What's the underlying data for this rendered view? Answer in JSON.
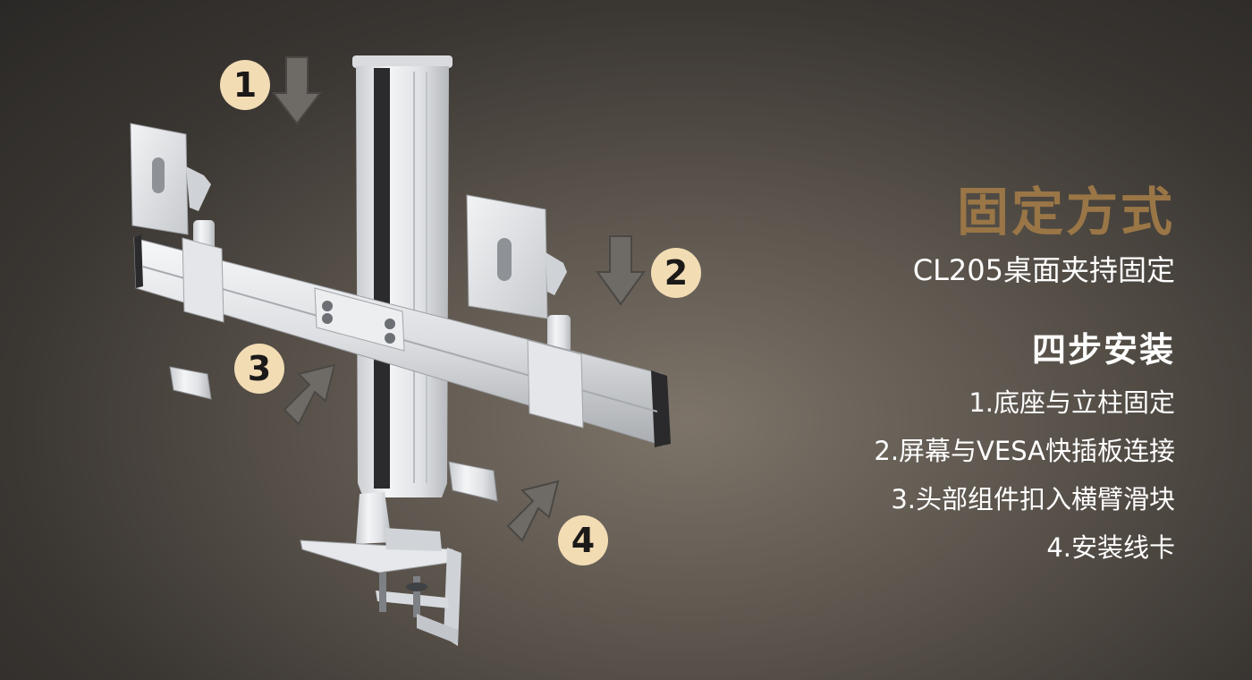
{
  "colors": {
    "accent": "#9a7647",
    "badge": "#f2dcb4",
    "text": "#ffffff",
    "arrow": "#6e6b66"
  },
  "badges": [
    "1",
    "2",
    "3",
    "4"
  ],
  "info": {
    "title": "固定方式",
    "subtitle": "CL205桌面夹持固定",
    "steps_heading": "四步安装",
    "steps": [
      "1.底座与立柱固定",
      "2.屏幕与VESA快插板连接",
      "3.头部组件扣入横臂滑块",
      "4.安装线卡"
    ]
  }
}
